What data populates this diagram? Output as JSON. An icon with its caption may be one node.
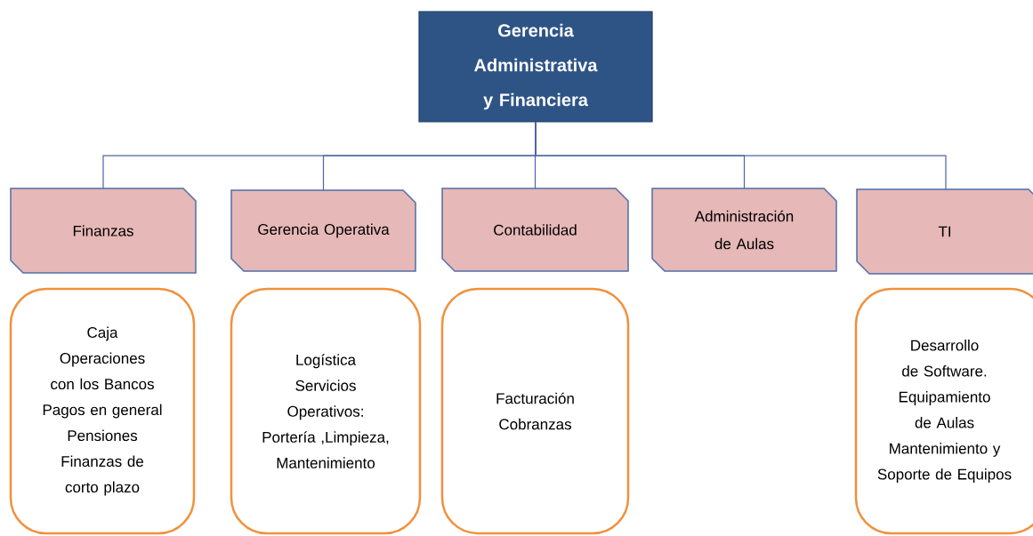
{
  "diagram": {
    "nodes": [
      {
        "text": [
          "Gerencia Administrativa y Financiera"
        ]
      },
      {
        "text": [
          "Finanzas"
        ]
      },
      {
        "text": [
          "Gerencia Operativa"
        ]
      },
      {
        "text": [
          "Contabilidad"
        ]
      },
      {
        "text": [
          "Administración de Aulas"
        ]
      },
      {
        "text": [
          "TI"
        ]
      },
      {
        "text": [
          "Caja",
          "Operaciones con los Bancos",
          "Pagos en general",
          "Pensiones",
          "Finanzas de corto plazo"
        ]
      },
      {
        "text": [
          "Logística",
          "Servicios Operativos: Portería ,Limpieza, Mantenimiento"
        ]
      },
      {
        "text": [
          "Facturación",
          "Cobranzas"
        ]
      },
      {
        "text": [
          "Desarrollo de Software.",
          "Equipamiento de Aulas",
          "Mantenimiento y Soporte de Equipos"
        ]
      }
    ],
    "edges": [
      {
        "from": 0,
        "to": 1,
        "arrow": "none"
      },
      {
        "from": 0,
        "to": 2,
        "arrow": "none"
      },
      {
        "from": 0,
        "to": 3,
        "arrow": "none"
      },
      {
        "from": 0,
        "to": 4,
        "arrow": "none"
      },
      {
        "from": 0,
        "to": 5,
        "arrow": "none"
      }
    ]
  }
}
